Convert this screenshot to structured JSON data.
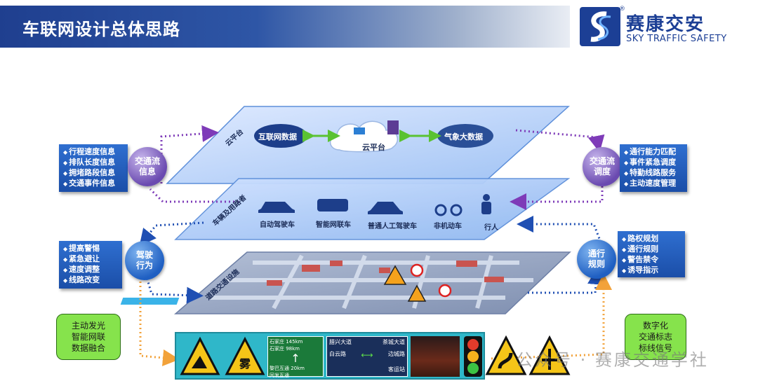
{
  "header": {
    "title": "车联网设计总体思路"
  },
  "logo": {
    "cn": "赛康交安",
    "en": "SKY TRAFFIC SAFETY",
    "reg": "®"
  },
  "layers": {
    "cloud": {
      "label": "云平台",
      "left_node": "互联网数据",
      "center_node": "云平台",
      "right_node": "气象大数据"
    },
    "vehicle": {
      "label": "车辆及用路者",
      "items": [
        "自动驾驶车",
        "智能网联车",
        "普通人工驾驶车",
        "非机动车",
        "行人"
      ]
    },
    "road": {
      "label": "道路交通设施"
    }
  },
  "left_top": {
    "circle": "交通流信息",
    "items": [
      "行程速度信息",
      "排队长度信息",
      "拥堵路段信息",
      "交通事件信息"
    ]
  },
  "left_bottom": {
    "circle": "驾驶行为",
    "items": [
      "提高警惕",
      "紧急避让",
      "速度调整",
      "线路改变"
    ]
  },
  "right_top": {
    "circle": "交通流调度",
    "items": [
      "通行能力匹配",
      "事件紧急调度",
      "特勤线路服务",
      "主动速度管理"
    ]
  },
  "right_bottom": {
    "circle": "通行规则",
    "items": [
      "路权规划",
      "通行规则",
      "警告禁令",
      "诱导指示"
    ]
  },
  "bubbles": {
    "left": "主动发光\n智能网联\n数据融合",
    "right": "数字化\n交通标志\n标线信号"
  },
  "signs": {
    "fog": "雾",
    "guide1": {
      "top": "石家庄 145km",
      "top2": "石家庄 98km",
      "bottom": "黎巴互通 20km",
      "bottom2": "同发互通"
    },
    "guide2": {
      "top": "腊兴大道",
      "top2": "茶城大道",
      "left": "白云路",
      "right": "边城路",
      "bottom": "客运站"
    }
  },
  "watermark": "公众号 · 赛康交通学社",
  "colors": {
    "accent": "#1c3f95",
    "panel": "#2fb7c9",
    "bubble": "#86e34c"
  }
}
